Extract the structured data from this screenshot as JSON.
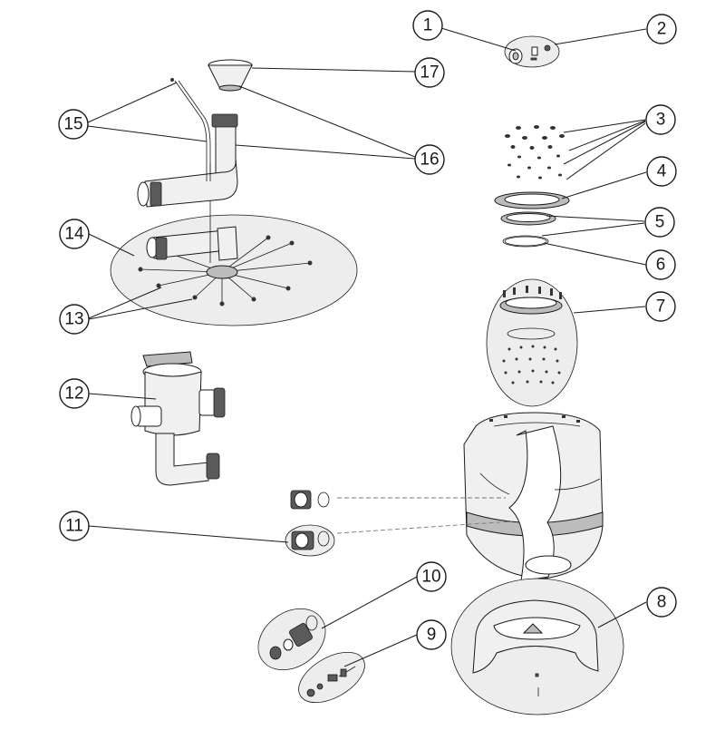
{
  "callouts": [
    {
      "id": "1",
      "label": "1"
    },
    {
      "id": "2",
      "label": "2"
    },
    {
      "id": "3",
      "label": "3"
    },
    {
      "id": "4",
      "label": "4"
    },
    {
      "id": "5",
      "label": "5"
    },
    {
      "id": "6",
      "label": "6"
    },
    {
      "id": "7",
      "label": "7"
    },
    {
      "id": "8",
      "label": "8"
    },
    {
      "id": "9",
      "label": "9"
    },
    {
      "id": "10",
      "label": "10"
    },
    {
      "id": "11",
      "label": "11"
    },
    {
      "id": "12",
      "label": "12"
    },
    {
      "id": "13",
      "label": "13"
    },
    {
      "id": "14",
      "label": "14"
    },
    {
      "id": "15",
      "label": "15"
    },
    {
      "id": "16",
      "label": "16"
    },
    {
      "id": "17",
      "label": "17"
    }
  ],
  "colors": {
    "line": "#1a1a1a",
    "halo": "#ededed",
    "part_light": "#f0f0f0",
    "part_dark": "#5a5a5a",
    "background": "#ffffff"
  }
}
